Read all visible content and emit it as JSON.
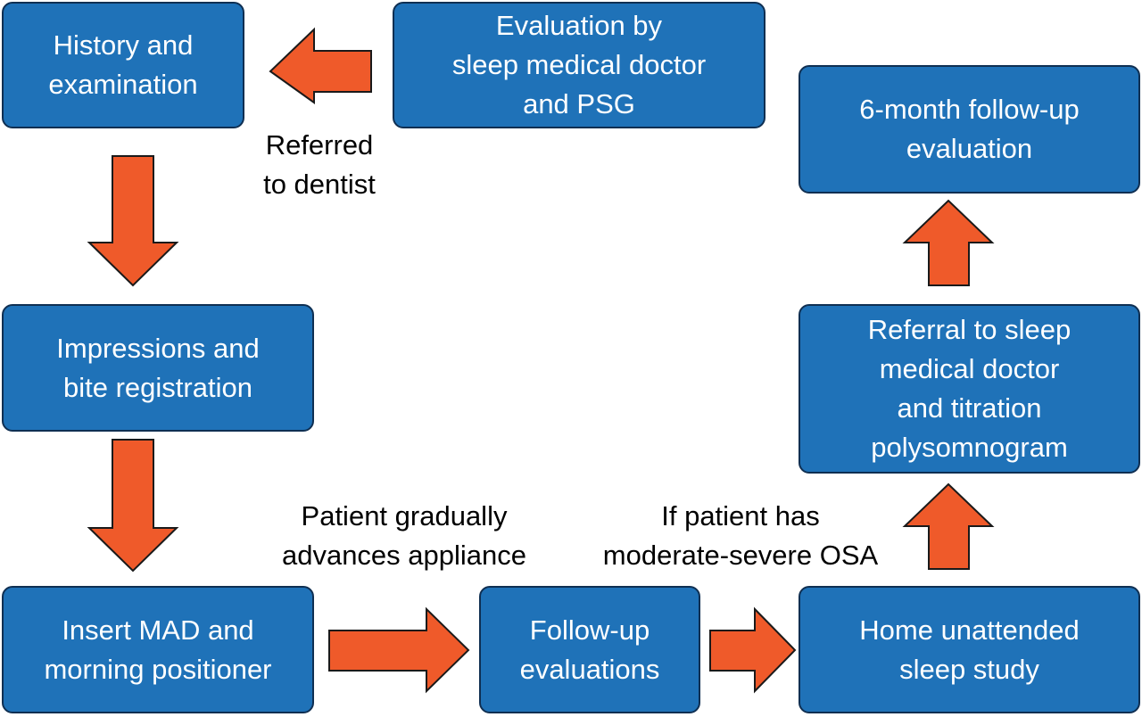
{
  "colors": {
    "box_fill": "#1f72b8",
    "box_border": "#0f2f52",
    "box_text": "#ffffff",
    "arrow_fill": "#ef5a2a"
  },
  "boxes": {
    "history": "History and\nexamination",
    "evaluation": "Evaluation by\nsleep medical doctor\nand PSG",
    "six_month": "6-month follow-up\nevaluation",
    "impressions": "Impressions and\nbite registration",
    "referral": "Referral to sleep\nmedical doctor\nand titration\npolysomnogram",
    "insert_mad": "Insert MAD and\nmorning positioner",
    "follow_up": "Follow-up\nevaluations",
    "home_study": "Home unattended\nsleep study"
  },
  "labels": {
    "referred": "Referred\nto dentist",
    "advances": "Patient gradually\nadvances appliance",
    "osa": "If patient has\nmoderate-severe OSA"
  },
  "arrows": [
    {
      "from": "evaluation",
      "to": "history",
      "direction": "left"
    },
    {
      "from": "history",
      "to": "impressions",
      "direction": "down"
    },
    {
      "from": "impressions",
      "to": "insert_mad",
      "direction": "down"
    },
    {
      "from": "insert_mad",
      "to": "follow_up",
      "direction": "right"
    },
    {
      "from": "follow_up",
      "to": "home_study",
      "direction": "right"
    },
    {
      "from": "home_study",
      "to": "referral",
      "direction": "up"
    },
    {
      "from": "referral",
      "to": "six_month",
      "direction": "up"
    }
  ]
}
